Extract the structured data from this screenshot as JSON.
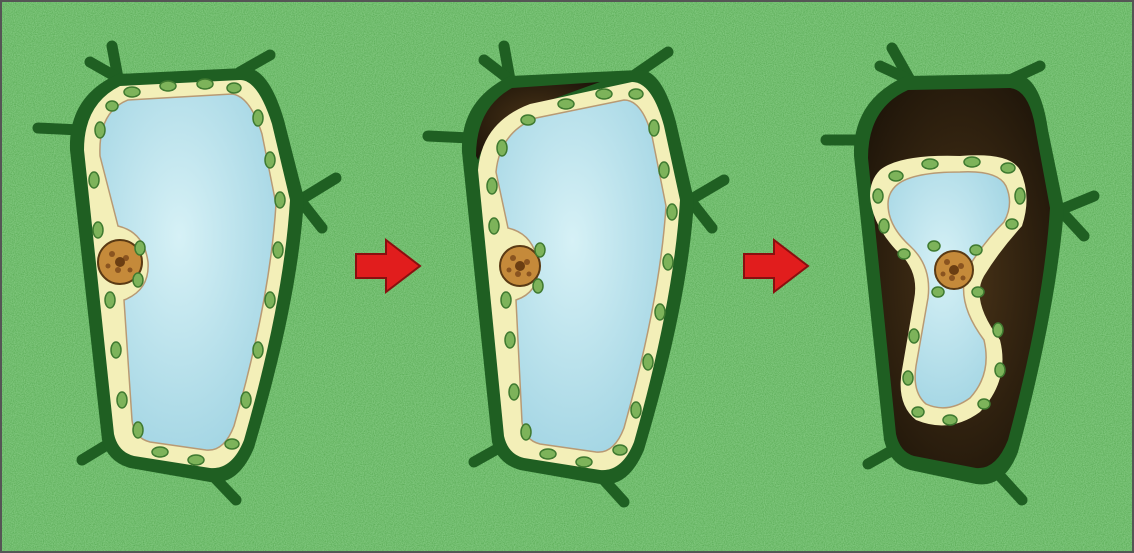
{
  "figure": {
    "type": "plasmolysis-sequence",
    "stages": [
      "turgid-cell",
      "incipient-plasmolysis",
      "plasmolyzed-cell"
    ],
    "arrow_count": 2
  },
  "colors": {
    "background_green": "#4fa64a",
    "background_light": "#7cc27a",
    "cell_wall": "#1f5f22",
    "cell_wall_highlight": "#2f7a31",
    "cytoplasm": "#f3efb8",
    "vacuole": "#a9d9e6",
    "vacuole_light": "#c9ecf2",
    "chloroplast": "#7db35a",
    "chloroplast_edge": "#3f7a30",
    "nucleus": "#c58a3a",
    "nucleus_spots": "#8a5420",
    "dark_space": "#2a1e10",
    "arrow": "#e11d1d",
    "frame": "#555555"
  }
}
